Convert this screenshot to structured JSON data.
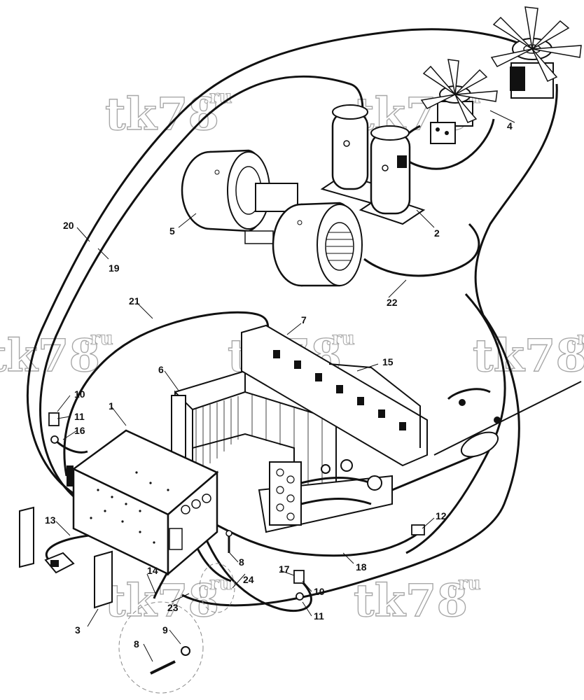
{
  "watermark": {
    "main": "tk78",
    "sup": ".ru"
  },
  "callouts": [
    "1",
    "2",
    "3",
    "4",
    "5",
    "6",
    "7",
    "8",
    "8",
    "9",
    "10",
    "10",
    "11",
    "11",
    "12",
    "13",
    "14",
    "15",
    "16",
    "17",
    "18",
    "19",
    "20",
    "21",
    "22",
    "23",
    "24"
  ]
}
